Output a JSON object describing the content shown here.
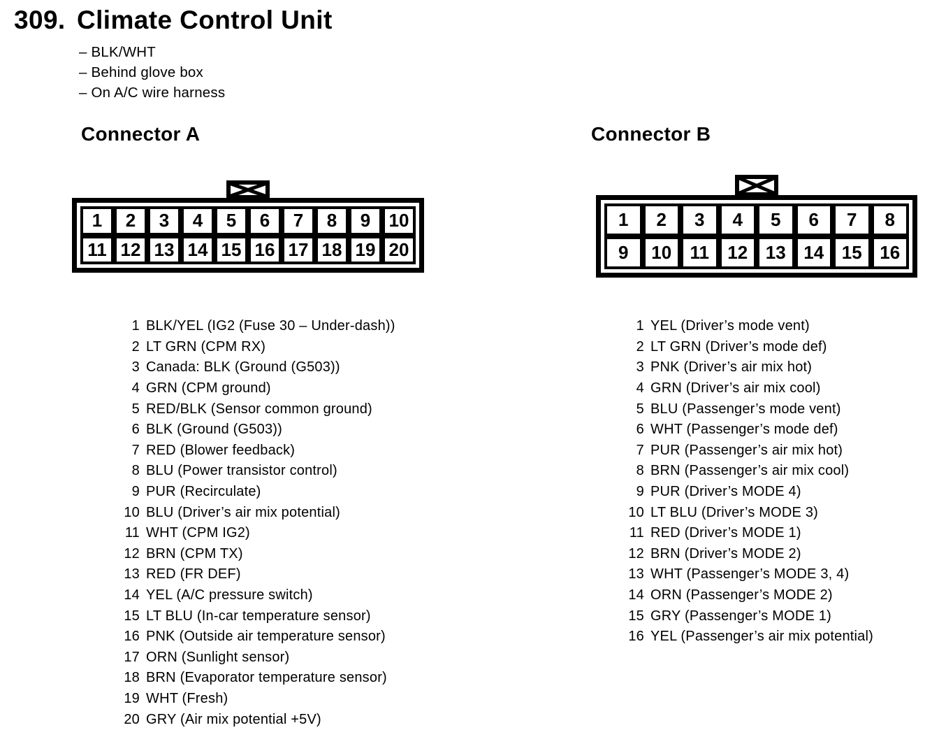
{
  "page": {
    "section_number": "309.",
    "title": "Climate Control Unit",
    "notes": [
      "– BLK/WHT",
      "– Behind glove box",
      "– On A/C wire harness"
    ]
  },
  "colors": {
    "ink": "#000000",
    "paper": "#ffffff"
  },
  "connector_a": {
    "heading": "Connector A",
    "pin_cells": [
      "1",
      "2",
      "3",
      "4",
      "5",
      "6",
      "7",
      "8",
      "9",
      "10",
      "11",
      "12",
      "13",
      "14",
      "15",
      "16",
      "17",
      "18",
      "19",
      "20"
    ],
    "pins": [
      {
        "num": "1",
        "label": "BLK/YEL (IG2 (Fuse 30 – Under-dash))"
      },
      {
        "num": "2",
        "label": "LT GRN (CPM RX)"
      },
      {
        "num": "3",
        "label": "Canada: BLK (Ground (G503))"
      },
      {
        "num": "4",
        "label": "GRN (CPM ground)"
      },
      {
        "num": "5",
        "label": "RED/BLK (Sensor common ground)"
      },
      {
        "num": "6",
        "label": "BLK (Ground (G503))"
      },
      {
        "num": "7",
        "label": "RED (Blower feedback)"
      },
      {
        "num": "8",
        "label": "BLU (Power transistor control)"
      },
      {
        "num": "9",
        "label": "PUR (Recirculate)"
      },
      {
        "num": "10",
        "label": "BLU (Driver’s air mix potential)"
      },
      {
        "num": "11",
        "label": "WHT (CPM IG2)"
      },
      {
        "num": "12",
        "label": "BRN (CPM TX)"
      },
      {
        "num": "13",
        "label": "RED (FR DEF)"
      },
      {
        "num": "14",
        "label": "YEL (A/C pressure switch)"
      },
      {
        "num": "15",
        "label": "LT BLU (In-car temperature sensor)"
      },
      {
        "num": "16",
        "label": "PNK (Outside air temperature sensor)"
      },
      {
        "num": "17",
        "label": "ORN (Sunlight sensor)"
      },
      {
        "num": "18",
        "label": "BRN (Evaporator temperature sensor)"
      },
      {
        "num": "19",
        "label": "WHT (Fresh)"
      },
      {
        "num": "20",
        "label": "GRY (Air mix potential +5V)"
      }
    ]
  },
  "connector_b": {
    "heading": "Connector B",
    "pin_cells": [
      "1",
      "2",
      "3",
      "4",
      "5",
      "6",
      "7",
      "8",
      "9",
      "10",
      "11",
      "12",
      "13",
      "14",
      "15",
      "16"
    ],
    "pins": [
      {
        "num": "1",
        "label": "YEL (Driver’s mode vent)"
      },
      {
        "num": "2",
        "label": "LT GRN (Driver’s mode def)"
      },
      {
        "num": "3",
        "label": "PNK (Driver’s air mix hot)"
      },
      {
        "num": "4",
        "label": "GRN (Driver’s air mix cool)"
      },
      {
        "num": "5",
        "label": "BLU (Passenger’s mode vent)"
      },
      {
        "num": "6",
        "label": "WHT (Passenger’s mode def)"
      },
      {
        "num": "7",
        "label": "PUR (Passenger’s air mix hot)"
      },
      {
        "num": "8",
        "label": "BRN (Passenger’s air mix cool)"
      },
      {
        "num": "9",
        "label": "PUR (Driver’s MODE 4)"
      },
      {
        "num": "10",
        "label": "LT BLU (Driver’s MODE 3)"
      },
      {
        "num": "11",
        "label": "RED (Driver’s MODE 1)"
      },
      {
        "num": "12",
        "label": "BRN (Driver’s MODE 2)"
      },
      {
        "num": "13",
        "label": "WHT (Passenger’s MODE 3, 4)"
      },
      {
        "num": "14",
        "label": "ORN (Passenger’s MODE 2)"
      },
      {
        "num": "15",
        "label": "GRY (Passenger’s MODE 1)"
      },
      {
        "num": "16",
        "label": "YEL (Passenger’s air mix potential)"
      }
    ]
  }
}
